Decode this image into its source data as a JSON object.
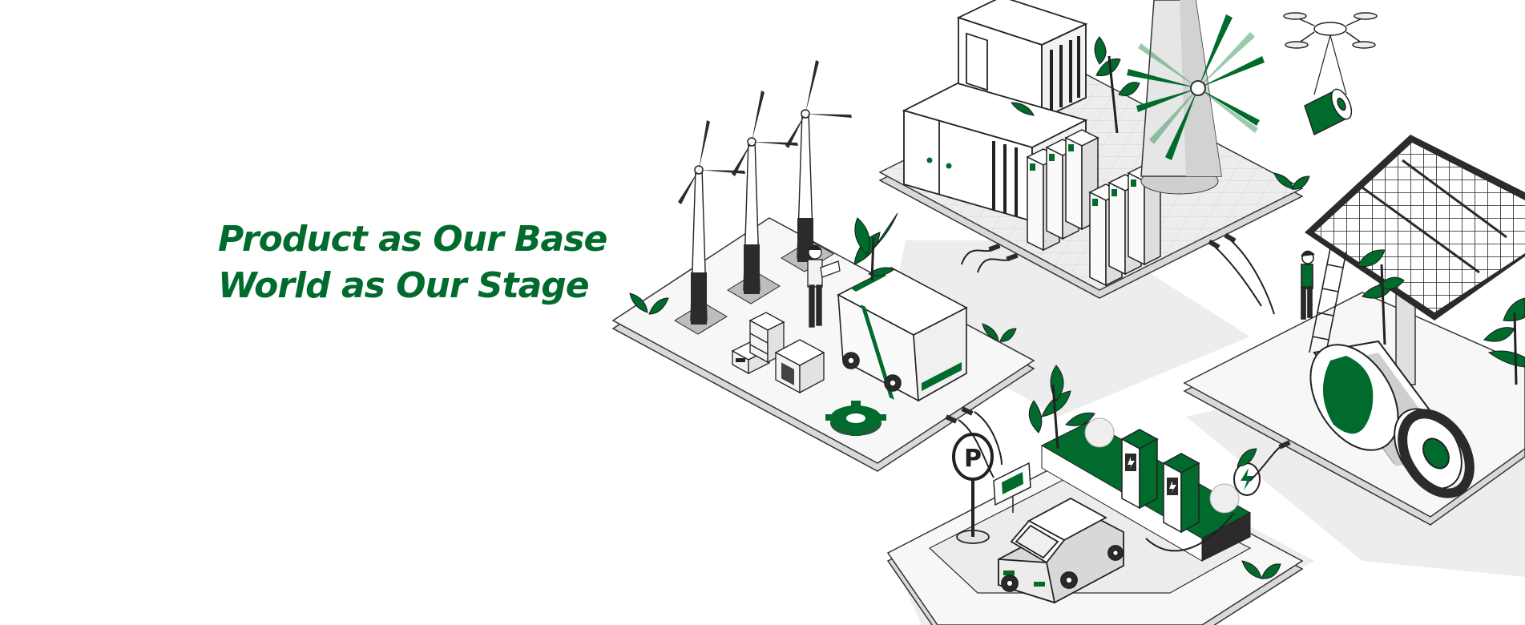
{
  "hero": {
    "line1": "Product as Our Base",
    "line2": "World as Our Stage"
  },
  "parking_sign_letter": "P",
  "colors": {
    "brand_green": "#006b2d",
    "dark": "#222222",
    "platform_gray": "#f0f0f0",
    "shadow_gray": "#e9e9e9"
  },
  "illustration": {
    "icons": [
      "wind-turbine-icon",
      "energy-storage-container-icon",
      "battery-cabinet-icon",
      "windmill-icon",
      "drone-icon",
      "solar-panel-icon",
      "cylindrical-battery-icon",
      "electric-truck-icon",
      "gear-icon",
      "ev-charging-station-icon",
      "electric-car-icon",
      "parking-sign-icon",
      "leaf-icon"
    ]
  }
}
